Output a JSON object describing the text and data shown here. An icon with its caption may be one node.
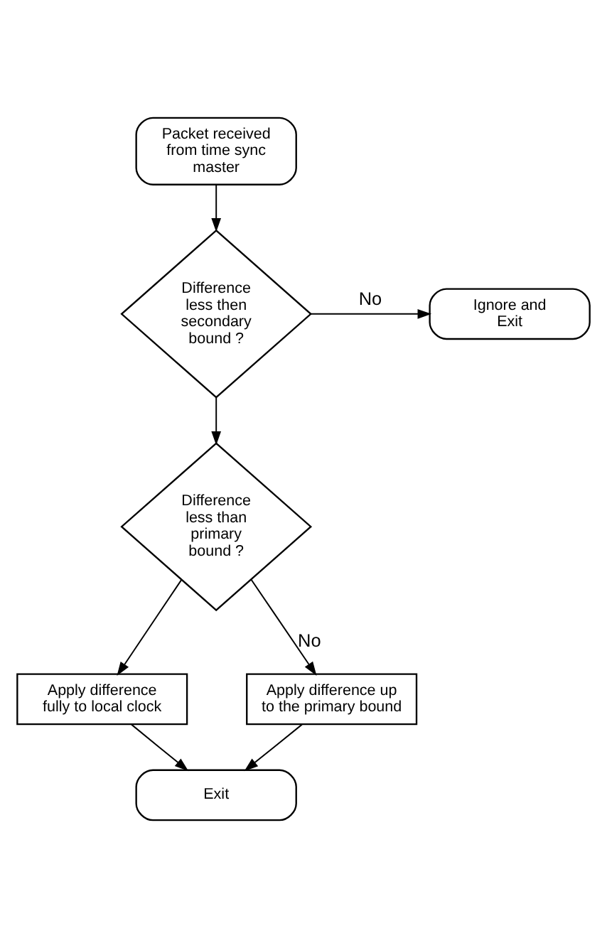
{
  "diagram": {
    "nodes": [
      {
        "text": [
          "Packet received from time sync master"
        ]
      },
      {
        "text": [
          "Difference less then secondary bound ?"
        ]
      },
      {
        "text": [
          "Ignore and Exit"
        ]
      },
      {
        "text": [
          "Difference less than primary bound ?"
        ]
      },
      {
        "text": [
          "Apply difference fully to local clock"
        ]
      },
      {
        "text": [
          "Apply difference up to the primary bound"
        ]
      },
      {
        "text": [
          "Exit"
        ]
      }
    ],
    "edges": [
      {
        "from": 0,
        "to": 1,
        "arrow": "to"
      },
      {
        "from": 1,
        "to": 2,
        "arrow": "to",
        "label": "No"
      },
      {
        "from": 1,
        "to": 3,
        "arrow": "to"
      },
      {
        "from": 3,
        "to": 5,
        "arrow": "to",
        "label": "No"
      },
      {
        "from": 3,
        "to": 4,
        "arrow": "to"
      },
      {
        "from": 4,
        "to": 6,
        "arrow": "to"
      },
      {
        "from": 5,
        "to": 6,
        "arrow": "to"
      }
    ]
  }
}
